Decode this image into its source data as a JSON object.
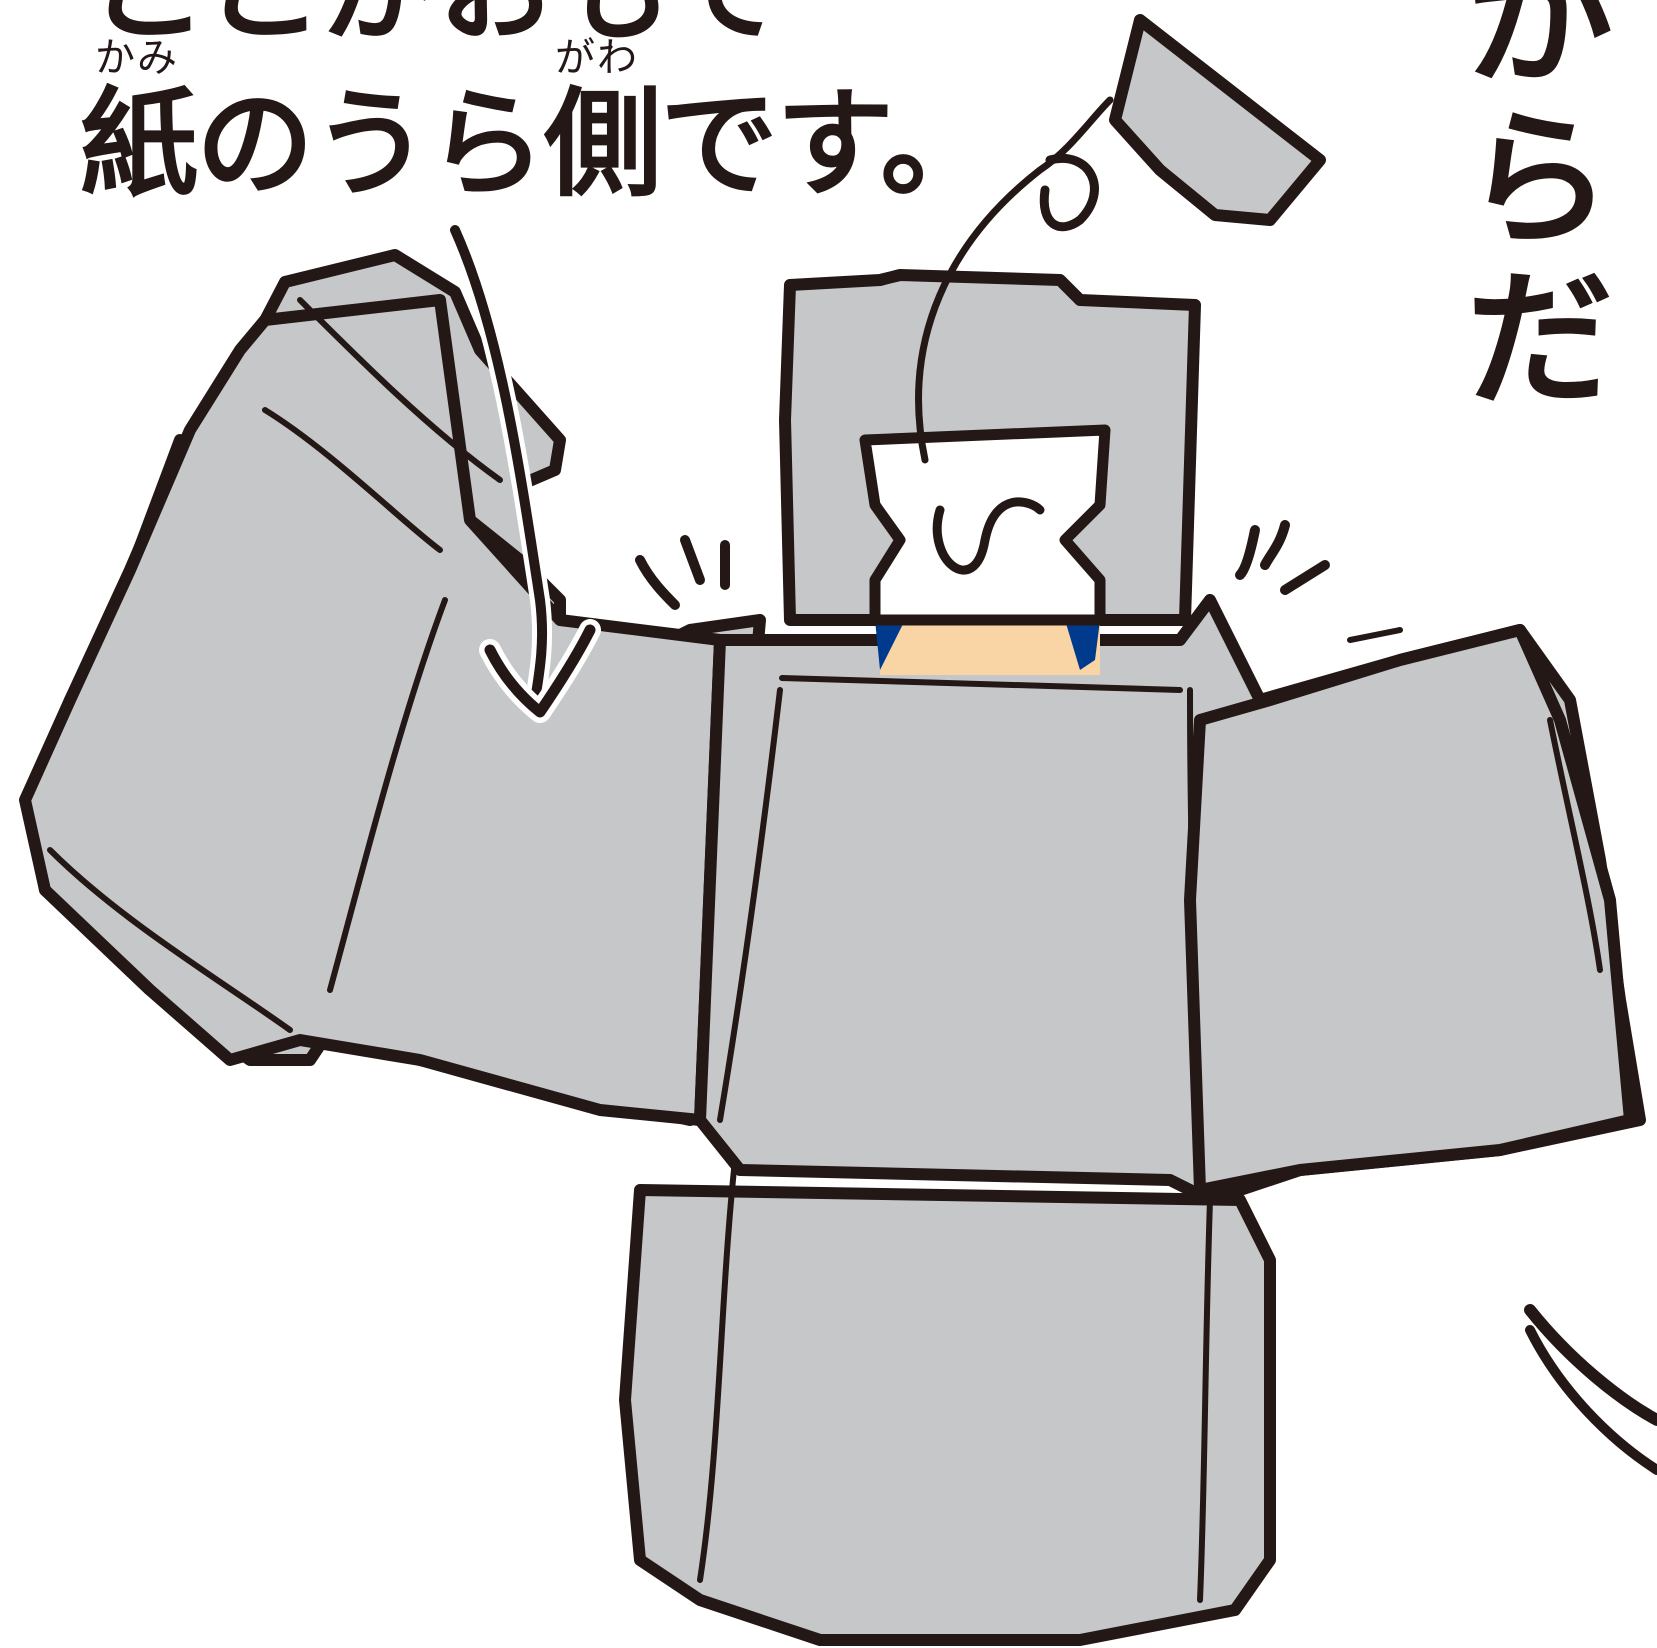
{
  "text": {
    "top_fragment": "ここがおもて",
    "ruby_kami": "かみ",
    "ruby_gawa": "がわ",
    "main_line": "紙のうら側です。",
    "right_vertical": "からだ"
  },
  "colors": {
    "paper": "#c6c7c9",
    "outline": "#231815",
    "skin": "#f9d5a6",
    "navy": "#003a8c",
    "white": "#ffffff"
  },
  "icons": {
    "arrow": "curved-arrow-icon",
    "wiggle_left": "motion-lines-icon",
    "wiggle_right": "motion-lines-icon"
  }
}
